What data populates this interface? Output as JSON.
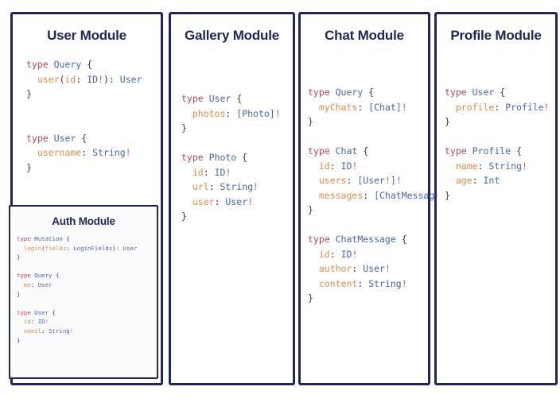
{
  "colors": {
    "card_border": "#1f2557",
    "title": "#1f2557",
    "keyword": "#b5485d",
    "type_name": "#4a63b5",
    "field_name": "#e08c48",
    "bang": "#e05c3e",
    "punctuation": "#3b3b46",
    "background": "#ffffff"
  },
  "modules": [
    {
      "id": "user",
      "title": "User Module",
      "code_lines": [
        [
          {
            "t": "kw",
            "v": "type "
          },
          {
            "t": "type",
            "v": "Query"
          },
          {
            "t": "punct",
            "v": " {"
          }
        ],
        [
          {
            "t": "punct",
            "v": "  "
          },
          {
            "t": "field",
            "v": "user"
          },
          {
            "t": "punct",
            "v": "("
          },
          {
            "t": "field",
            "v": "id"
          },
          {
            "t": "punct",
            "v": ": "
          },
          {
            "t": "type",
            "v": "ID"
          },
          {
            "t": "bang",
            "v": "!"
          },
          {
            "t": "punct",
            "v": "): "
          },
          {
            "t": "type",
            "v": "User"
          }
        ],
        [
          {
            "t": "punct",
            "v": "}"
          }
        ],
        [],
        [],
        [
          {
            "t": "kw",
            "v": "type "
          },
          {
            "t": "type",
            "v": "User"
          },
          {
            "t": "punct",
            "v": " {"
          }
        ],
        [
          {
            "t": "punct",
            "v": "  "
          },
          {
            "t": "field",
            "v": "username"
          },
          {
            "t": "punct",
            "v": ": "
          },
          {
            "t": "type",
            "v": "String"
          },
          {
            "t": "bang",
            "v": "!"
          }
        ],
        [
          {
            "t": "punct",
            "v": "}"
          }
        ]
      ]
    },
    {
      "id": "gallery",
      "title": "Gallery Module",
      "code_lines": [
        [
          {
            "t": "kw",
            "v": "type "
          },
          {
            "t": "type",
            "v": "User"
          },
          {
            "t": "punct",
            "v": " {"
          }
        ],
        [
          {
            "t": "punct",
            "v": "  "
          },
          {
            "t": "field",
            "v": "photos"
          },
          {
            "t": "punct",
            "v": ": "
          },
          {
            "t": "type",
            "v": "[Photo]"
          },
          {
            "t": "bang",
            "v": "!"
          }
        ],
        [
          {
            "t": "punct",
            "v": "}"
          }
        ],
        [],
        [
          {
            "t": "kw",
            "v": "type "
          },
          {
            "t": "type",
            "v": "Photo"
          },
          {
            "t": "punct",
            "v": " {"
          }
        ],
        [
          {
            "t": "punct",
            "v": "  "
          },
          {
            "t": "field",
            "v": "id"
          },
          {
            "t": "punct",
            "v": ": "
          },
          {
            "t": "type",
            "v": "ID"
          },
          {
            "t": "bang",
            "v": "!"
          }
        ],
        [
          {
            "t": "punct",
            "v": "  "
          },
          {
            "t": "field",
            "v": "url"
          },
          {
            "t": "punct",
            "v": ": "
          },
          {
            "t": "type",
            "v": "String"
          },
          {
            "t": "bang",
            "v": "!"
          }
        ],
        [
          {
            "t": "punct",
            "v": "  "
          },
          {
            "t": "field",
            "v": "user"
          },
          {
            "t": "punct",
            "v": ": "
          },
          {
            "t": "type",
            "v": "User"
          },
          {
            "t": "bang",
            "v": "!"
          }
        ],
        [
          {
            "t": "punct",
            "v": "}"
          }
        ]
      ]
    },
    {
      "id": "chat",
      "title": "Chat Module",
      "code_lines": [
        [
          {
            "t": "kw",
            "v": "type "
          },
          {
            "t": "type",
            "v": "Query"
          },
          {
            "t": "punct",
            "v": " {"
          }
        ],
        [
          {
            "t": "punct",
            "v": "  "
          },
          {
            "t": "field",
            "v": "myChats"
          },
          {
            "t": "punct",
            "v": ": "
          },
          {
            "t": "type",
            "v": "[Chat]"
          },
          {
            "t": "bang",
            "v": "!"
          }
        ],
        [
          {
            "t": "punct",
            "v": "}"
          }
        ],
        [],
        [
          {
            "t": "kw",
            "v": "type "
          },
          {
            "t": "type",
            "v": "Chat"
          },
          {
            "t": "punct",
            "v": " {"
          }
        ],
        [
          {
            "t": "punct",
            "v": "  "
          },
          {
            "t": "field",
            "v": "id"
          },
          {
            "t": "punct",
            "v": ": "
          },
          {
            "t": "type",
            "v": "ID"
          },
          {
            "t": "bang",
            "v": "!"
          }
        ],
        [
          {
            "t": "punct",
            "v": "  "
          },
          {
            "t": "field",
            "v": "users"
          },
          {
            "t": "punct",
            "v": ": "
          },
          {
            "t": "type",
            "v": "[User"
          },
          {
            "t": "bang",
            "v": "!"
          },
          {
            "t": "type",
            "v": "]"
          },
          {
            "t": "bang",
            "v": "!"
          }
        ],
        [
          {
            "t": "punct",
            "v": "  "
          },
          {
            "t": "field",
            "v": "messages"
          },
          {
            "t": "punct",
            "v": ": "
          },
          {
            "t": "type",
            "v": "[ChatMessage]"
          },
          {
            "t": "bang",
            "v": "!"
          }
        ],
        [
          {
            "t": "punct",
            "v": "}"
          }
        ],
        [],
        [
          {
            "t": "kw",
            "v": "type "
          },
          {
            "t": "type",
            "v": "ChatMessage"
          },
          {
            "t": "punct",
            "v": " {"
          }
        ],
        [
          {
            "t": "punct",
            "v": "  "
          },
          {
            "t": "field",
            "v": "id"
          },
          {
            "t": "punct",
            "v": ": "
          },
          {
            "t": "type",
            "v": "ID"
          },
          {
            "t": "bang",
            "v": "!"
          }
        ],
        [
          {
            "t": "punct",
            "v": "  "
          },
          {
            "t": "field",
            "v": "author"
          },
          {
            "t": "punct",
            "v": ": "
          },
          {
            "t": "type",
            "v": "User"
          },
          {
            "t": "bang",
            "v": "!"
          }
        ],
        [
          {
            "t": "punct",
            "v": "  "
          },
          {
            "t": "field",
            "v": "content"
          },
          {
            "t": "punct",
            "v": ": "
          },
          {
            "t": "type",
            "v": "String"
          },
          {
            "t": "bang",
            "v": "!"
          }
        ],
        [
          {
            "t": "punct",
            "v": "}"
          }
        ]
      ]
    },
    {
      "id": "profile",
      "title": "Profile Module",
      "code_lines": [
        [
          {
            "t": "kw",
            "v": "type "
          },
          {
            "t": "type",
            "v": "User"
          },
          {
            "t": "punct",
            "v": " {"
          }
        ],
        [
          {
            "t": "punct",
            "v": "  "
          },
          {
            "t": "field",
            "v": "profile"
          },
          {
            "t": "punct",
            "v": ": "
          },
          {
            "t": "type",
            "v": "Profile"
          },
          {
            "t": "bang",
            "v": "!"
          }
        ],
        [
          {
            "t": "punct",
            "v": "}"
          }
        ],
        [],
        [
          {
            "t": "kw",
            "v": "type "
          },
          {
            "t": "type",
            "v": "Profile"
          },
          {
            "t": "punct",
            "v": " {"
          }
        ],
        [
          {
            "t": "punct",
            "v": "  "
          },
          {
            "t": "field",
            "v": "name"
          },
          {
            "t": "punct",
            "v": ": "
          },
          {
            "t": "type",
            "v": "String"
          },
          {
            "t": "bang",
            "v": "!"
          }
        ],
        [
          {
            "t": "punct",
            "v": "  "
          },
          {
            "t": "field",
            "v": "age"
          },
          {
            "t": "punct",
            "v": ": "
          },
          {
            "t": "type",
            "v": "Int"
          }
        ],
        [
          {
            "t": "punct",
            "v": "}"
          }
        ]
      ]
    }
  ],
  "nested_auth_module": {
    "id": "auth",
    "title": "Auth Module",
    "code_lines": [
      [
        {
          "t": "kw",
          "v": "type "
        },
        {
          "t": "type",
          "v": "Mutation"
        },
        {
          "t": "punct",
          "v": " {"
        }
      ],
      [
        {
          "t": "punct",
          "v": "  "
        },
        {
          "t": "field",
          "v": "login"
        },
        {
          "t": "punct",
          "v": "("
        },
        {
          "t": "field",
          "v": "fields"
        },
        {
          "t": "punct",
          "v": ": "
        },
        {
          "t": "type",
          "v": "LoginFields"
        },
        {
          "t": "punct",
          "v": "): "
        },
        {
          "t": "type",
          "v": "User"
        }
      ],
      [
        {
          "t": "punct",
          "v": "}"
        }
      ],
      [],
      [
        {
          "t": "kw",
          "v": "type "
        },
        {
          "t": "type",
          "v": "Query"
        },
        {
          "t": "punct",
          "v": " {"
        }
      ],
      [
        {
          "t": "punct",
          "v": "  "
        },
        {
          "t": "field",
          "v": "me"
        },
        {
          "t": "punct",
          "v": ": "
        },
        {
          "t": "type",
          "v": "User"
        }
      ],
      [
        {
          "t": "punct",
          "v": "}"
        }
      ],
      [],
      [
        {
          "t": "kw",
          "v": "type "
        },
        {
          "t": "type",
          "v": "User"
        },
        {
          "t": "punct",
          "v": " {"
        }
      ],
      [
        {
          "t": "punct",
          "v": "  "
        },
        {
          "t": "field",
          "v": "id"
        },
        {
          "t": "punct",
          "v": ": "
        },
        {
          "t": "type",
          "v": "ID"
        },
        {
          "t": "bang",
          "v": "!"
        }
      ],
      [
        {
          "t": "punct",
          "v": "  "
        },
        {
          "t": "field",
          "v": "email"
        },
        {
          "t": "punct",
          "v": ": "
        },
        {
          "t": "type",
          "v": "String"
        },
        {
          "t": "bang",
          "v": "!"
        }
      ],
      [
        {
          "t": "punct",
          "v": "}"
        }
      ]
    ]
  }
}
